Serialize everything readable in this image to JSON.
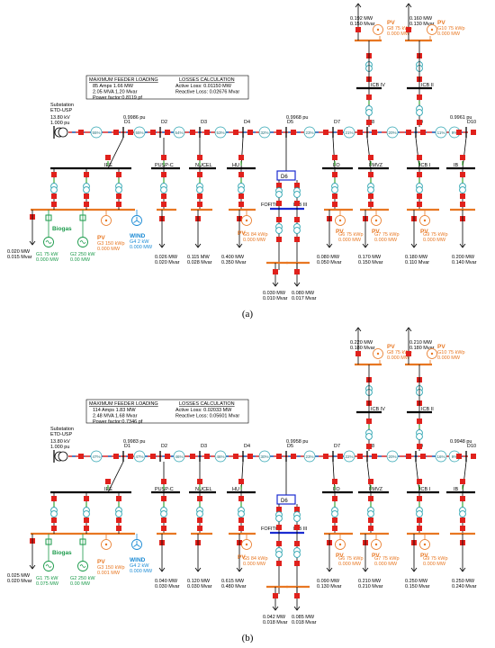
{
  "colors": {
    "bus": "#000000",
    "pv": "#e87722",
    "wind": "#1a8ad4",
    "biogas": "#1a9a4a",
    "breaker": "#e0211c",
    "line": "#2b7bd0",
    "transformer": "#2aa3b0",
    "feeder": "#d8282b",
    "faded": "#bfbfbf",
    "green": "#3aaa35"
  },
  "diagrams": [
    {
      "caption": "(a)",
      "substation": [
        "Substation",
        "ETD-USP",
        "13.80 kV",
        "1.000 pu"
      ],
      "loading_title": "MAXIMUM FEEDER LOADING",
      "loading_lines": [
        "85 Amps  1.66 MW",
        "2.05 MVA  1.20 Mvar",
        "Power factor:0.8119 pf"
      ],
      "losses_title": "LOSSES CALCULATION",
      "losses_lines": [
        "Active Loss: 0.01150 MW",
        "Reactive Loss: 0.02676 Mvar"
      ],
      "voltages": {
        "D1": "0.9986 pu",
        "D5": "0.9968 pu",
        "D10": "0.9961 pu"
      },
      "nodes": [
        "D1",
        "D2",
        "D3",
        "D4",
        "D5",
        "D7",
        "D8",
        "D9",
        "D10"
      ],
      "percents": [
        "55%",
        "55%",
        "54%",
        "53%",
        "32%",
        "23%",
        "21%",
        "20%",
        "11%",
        "9%"
      ],
      "bus_names": [
        "IEE",
        "PUSP-C",
        "NUCEL",
        "HU",
        "FO",
        "FMVZ",
        "ICB I",
        "IB",
        "FOFITO",
        "ICB III",
        "ICB IV",
        "ICB II",
        "D6"
      ],
      "loads": {
        "l1": [
          "0.020 MW",
          "0.015 Mvar"
        ],
        "pusp": [
          "0.026 MW",
          "0.020 Mvar"
        ],
        "nucel": [
          "0.115 MW",
          "0.028 Mvar"
        ],
        "hu": [
          "0.400 MW",
          "0.350 Mvar"
        ],
        "fofito": [
          "0.030 MW",
          "0.010 Mvar"
        ],
        "icb3": [
          "0.080 MW",
          "0.017 Mvar"
        ],
        "fo": [
          "0.080 MW",
          "0.050 Mvar"
        ],
        "fmvz": [
          "0.170 MW",
          "0.150 Mvar"
        ],
        "icb1": [
          "0.180 MW",
          "0.110 Mvar"
        ],
        "ib": [
          "0.200 MW",
          "0.140 Mvar"
        ],
        "icb4": [
          "0.192 MW",
          "0.150 Mvar"
        ],
        "icb2": [
          "0.160 MW",
          "0.130 Mvar"
        ]
      },
      "gens": {
        "g3": [
          "PV",
          "G3 150 kWp",
          "0.000 MW"
        ],
        "g4": [
          "WIND",
          "G4 2 kW",
          "0.000 MW"
        ],
        "g5": [
          "PV",
          "G5 84 kWp",
          "0.000 MW"
        ],
        "g6": [
          "PV",
          "G6 75 kWp",
          "0.000 MW"
        ],
        "g7": [
          "PV",
          "G7 75 kWp",
          "0.000 MW"
        ],
        "g9": [
          "PV",
          "G9 75 kWp",
          "0.000 MW"
        ],
        "g8": [
          "PV",
          "G8 75 kWp",
          "0.000 MW"
        ],
        "g10": [
          "PV",
          "G10 75 kWp",
          "0.000 MW"
        ]
      },
      "biogas": [
        "Biogas",
        "G1 75 kW",
        "0.000 MW",
        "G2 250 kW",
        "0.00 MW"
      ]
    },
    {
      "caption": "(b)",
      "substation": [
        "Substation",
        "ETD-USP",
        "13.80 kV",
        "1.000 pu"
      ],
      "loading_title": "MAXIMUM FEEDER LOADING",
      "loading_lines": [
        "114 Amps  1.83 MW",
        "2.48 MVA  1.68 Mvar",
        "Power factor:0.7346 pf"
      ],
      "losses_title": "LOSSES CALCULATION",
      "losses_lines": [
        "Active Loss: 0.02033 MW",
        "Reactive Loss: 0.05601 Mvar"
      ],
      "voltages": {
        "D1": "0.9983 pu",
        "D5": "0.9958 pu",
        "D10": "0.9948 pu"
      },
      "nodes": [
        "D1",
        "D2",
        "D3",
        "D4",
        "D5",
        "D7",
        "D8",
        "D9",
        "D10"
      ],
      "percents": [
        "47%",
        "47%",
        "46%",
        "46%",
        "30%",
        "23%",
        "22%",
        "20%",
        "16%",
        "9%"
      ],
      "bus_names": [
        "IEE",
        "PUSP-C",
        "NUCEL",
        "HU",
        "FO",
        "FMVZ",
        "ICB I",
        "IB",
        "FOFITO",
        "ICB III",
        "ICB IV",
        "ICB II",
        "D6"
      ],
      "loads": {
        "l1": [
          "0.025 MW",
          "0.020 Mvar"
        ],
        "pusp": [
          "0.040 MW",
          "0.030 Mvar"
        ],
        "nucel": [
          "0.120 MW",
          "0.030 Mvar"
        ],
        "hu": [
          "0.615 MW",
          "0.480 Mvar"
        ],
        "fofito": [
          "0.042 MW",
          "0.018 Mvar"
        ],
        "icb3": [
          "0.085 MW",
          "0.018 Mvar"
        ],
        "fo": [
          "0.090 MW",
          "0.130 Mvar"
        ],
        "fmvz": [
          "0.210 MW",
          "0.210 Mvar"
        ],
        "icb1": [
          "0.250 MW",
          "0.150 Mvar"
        ],
        "ib": [
          "0.250 MW",
          "0.240 Mvar"
        ],
        "icb4": [
          "0.220 MW",
          "0.180 Mvar"
        ],
        "icb2": [
          "0.210 MW",
          "0.180 Mvar"
        ]
      },
      "gens": {
        "g3": [
          "PV",
          "G3 150 kWp",
          "0.001 MW"
        ],
        "g4": [
          "WIND",
          "G4 2 kW",
          "0.000 MW"
        ],
        "g5": [
          "PV",
          "G5 84 kWp",
          "0.000 MW"
        ],
        "g6": [
          "PV",
          "G6 75 kWp",
          "0.000 MW"
        ],
        "g7": [
          "PV",
          "G7 75 kWp",
          "0.000 MW"
        ],
        "g9": [
          "PV",
          "G9 75 kWp",
          "0.000 MW"
        ],
        "g8": [
          "PV",
          "G8 75 kWp",
          "0.000 MW"
        ],
        "g10": [
          "PV",
          "G10 75 kWp",
          "0.000 MW"
        ]
      },
      "biogas": [
        "Biogas",
        "G1 75 kW",
        "0.075 MW",
        "G2 250 kW",
        "0.00 MW"
      ]
    }
  ]
}
